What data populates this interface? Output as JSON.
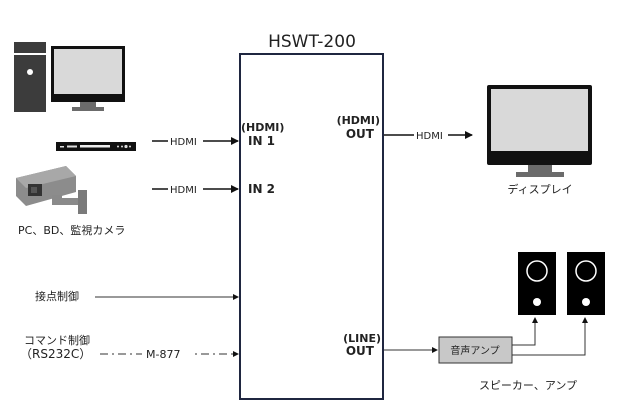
{
  "device": {
    "name": "HSWT-200",
    "inputs": [
      {
        "prefix": "(HDMI)",
        "label": "IN 1"
      },
      {
        "label": "IN 2"
      }
    ],
    "outputs": [
      {
        "prefix": "(HDMI)",
        "label": "OUT"
      },
      {
        "prefix": "(LINE)",
        "label": "OUT"
      }
    ]
  },
  "sources": {
    "label": "PC、BD、監視カメラ",
    "icons": [
      "pc-tower-monitor-icon",
      "bd-player-icon",
      "security-camera-icon"
    ],
    "connections": [
      "HDMI",
      "HDMI"
    ]
  },
  "display": {
    "label": "ディスプレイ",
    "connection": "HDMI",
    "icon": "monitor-icon"
  },
  "controls": {
    "contact": "接点制御",
    "command_line1": "コマンド制御",
    "command_line2": "（RS232C）",
    "command_cable": "M-877"
  },
  "audio": {
    "amp_label": "音声アンプ",
    "speakers_label": "スピーカー、アンプ",
    "icons": [
      "speaker-icon",
      "speaker-icon"
    ]
  },
  "colors": {
    "device_border": "#1f2640",
    "amp_fill": "#c8c8c8",
    "speaker_fill": "#000000",
    "icon_dark": "#3c3c3c",
    "screen_fill": "#d9d9d9"
  }
}
